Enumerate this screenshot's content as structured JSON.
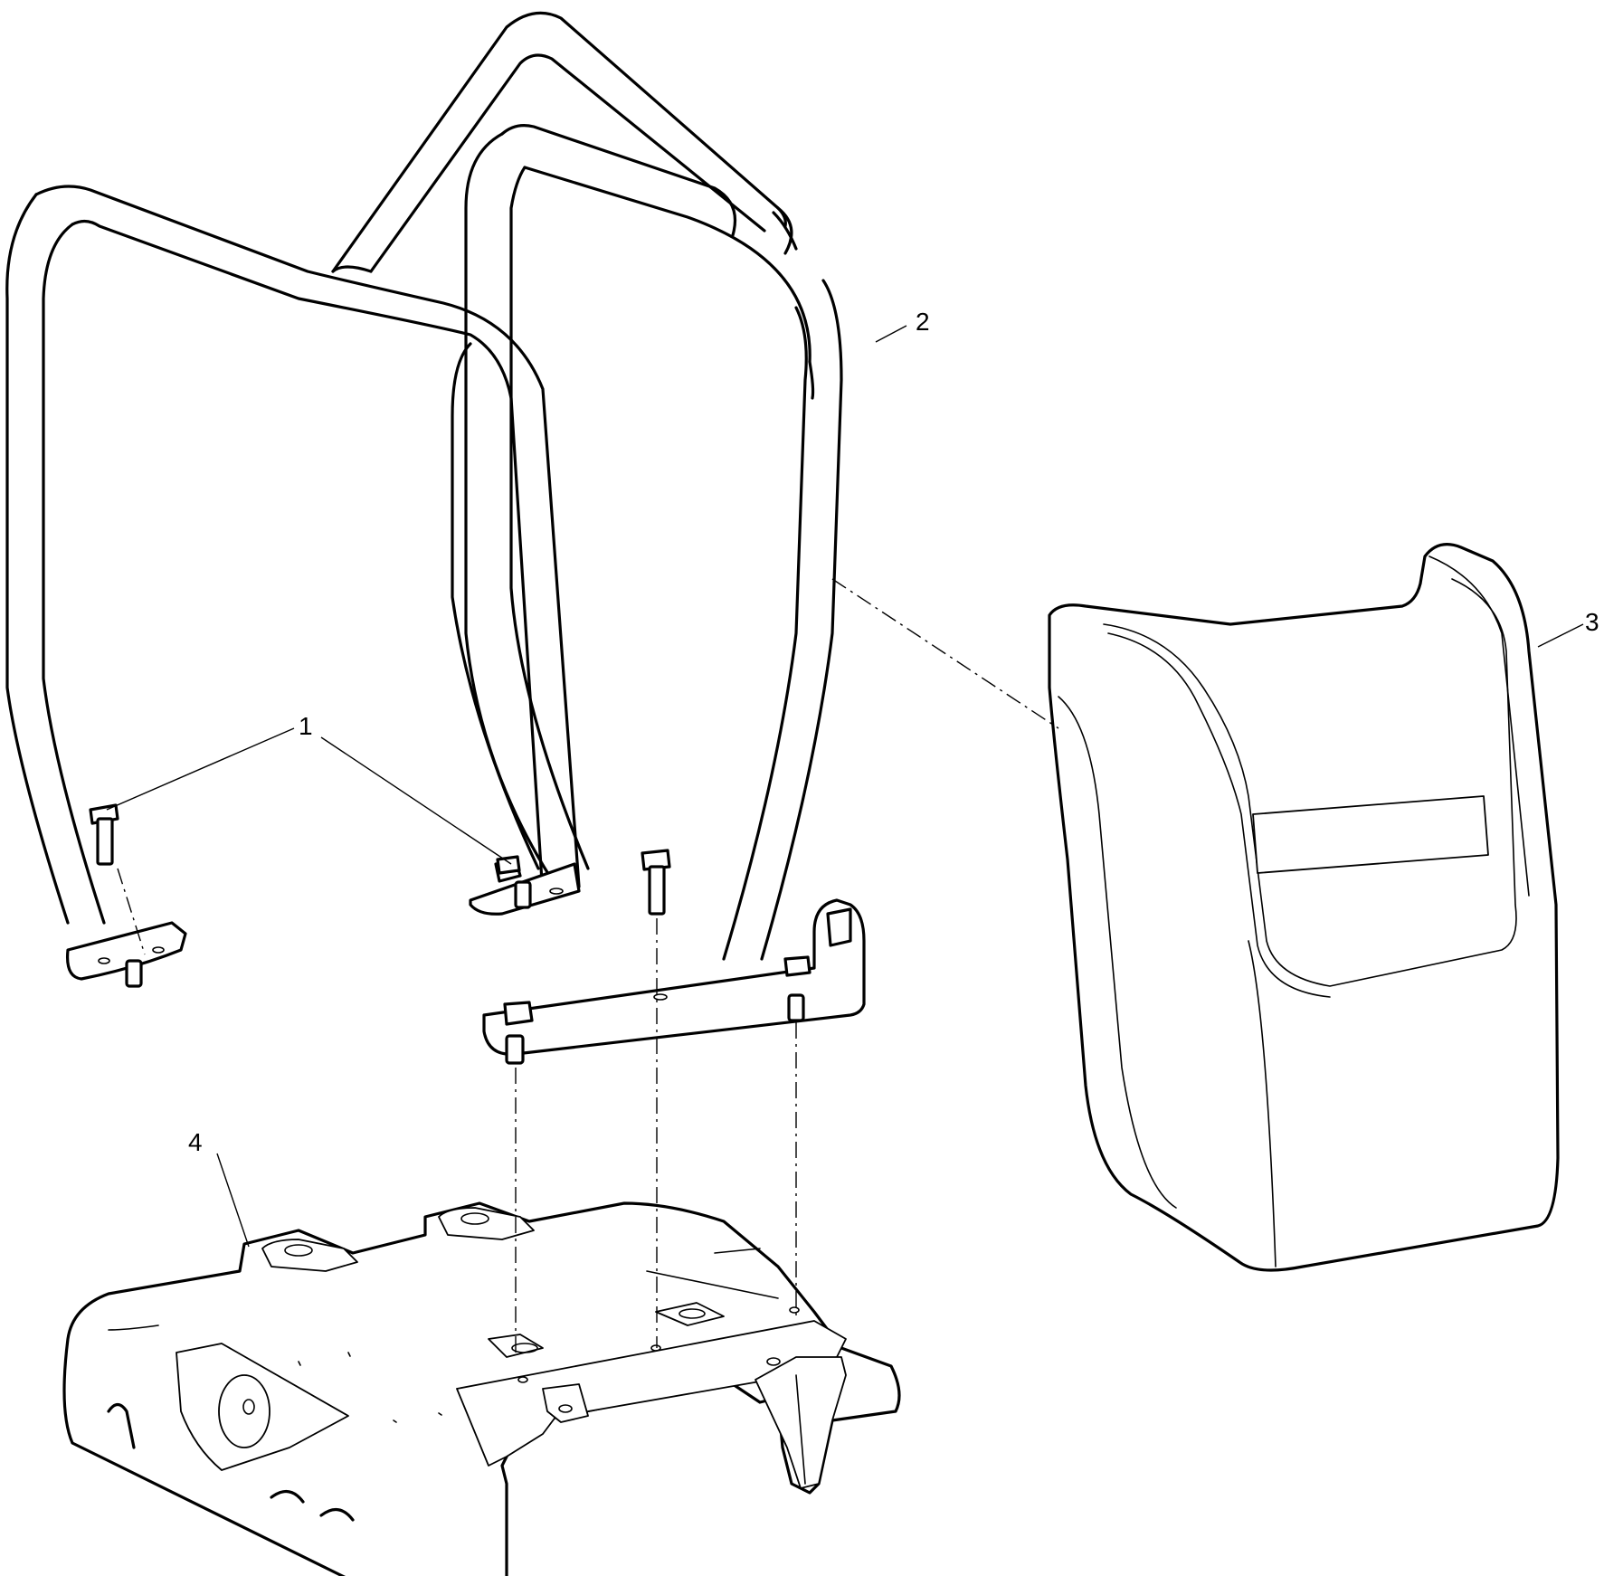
{
  "callouts": [
    {
      "id": "callout-1",
      "label": "1"
    },
    {
      "id": "callout-2",
      "label": "2"
    },
    {
      "id": "callout-3",
      "label": "3"
    },
    {
      "id": "callout-4",
      "label": "4"
    }
  ],
  "parts": [
    {
      "ref": "1",
      "name": "bolt"
    },
    {
      "ref": "2",
      "name": "handle-frame"
    },
    {
      "ref": "3",
      "name": "cover"
    },
    {
      "ref": "4",
      "name": "base-housing"
    }
  ]
}
